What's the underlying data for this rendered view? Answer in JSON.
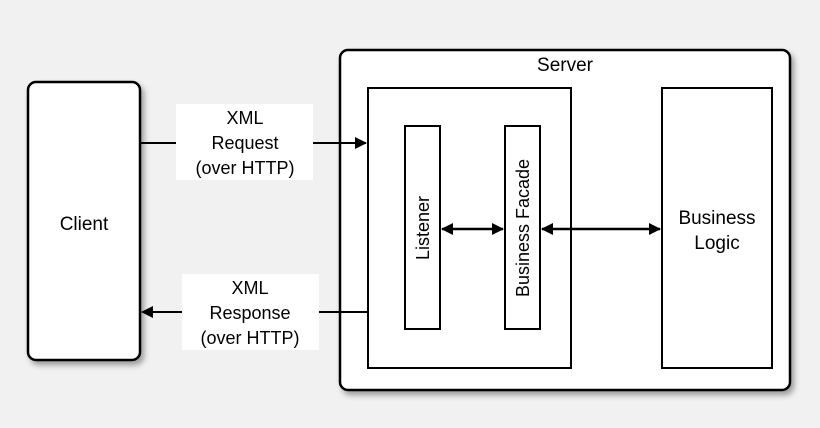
{
  "client": {
    "label": "Client"
  },
  "server": {
    "label": "Server"
  },
  "listener": {
    "label": "Listener"
  },
  "facade": {
    "label": "Business Facade"
  },
  "logic": {
    "line1": "Business",
    "line2": "Logic"
  },
  "request": {
    "line1": "XML",
    "line2": "Request",
    "line3": "(over HTTP)"
  },
  "response": {
    "line1": "XML",
    "line2": "Response",
    "line3": "(over HTTP)"
  },
  "colors": {
    "stroke": "#000000",
    "fill": "#ffffff",
    "shadow": "#9a9a9a",
    "background": "#f1f1f1"
  }
}
